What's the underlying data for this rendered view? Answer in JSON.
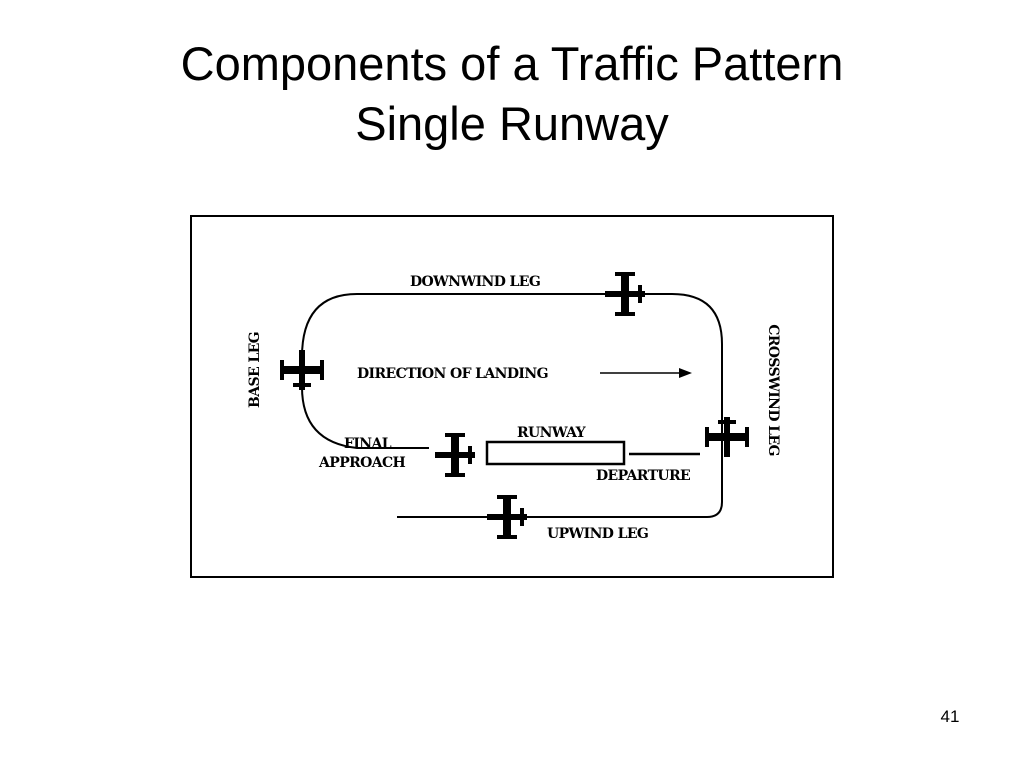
{
  "slide": {
    "title_line1": "Components of a Traffic Pattern",
    "title_line2": "Single Runway",
    "page_number": "41"
  },
  "diagram": {
    "downwind_leg": "DOWNWIND LEG",
    "base_leg": "BASE LEG",
    "crosswind_leg": "CROSSWIND LEG",
    "direction_of_landing": "DIRECTION OF LANDING",
    "runway": "RUNWAY",
    "final_line1": "FINAL",
    "final_line2": "APPROACH",
    "departure": "DEPARTURE",
    "upwind_leg": "UPWIND LEG",
    "icons": [
      "airplane-icon",
      "arrow-right-icon"
    ],
    "colors": {
      "ink": "#000000",
      "background": "#ffffff"
    }
  }
}
